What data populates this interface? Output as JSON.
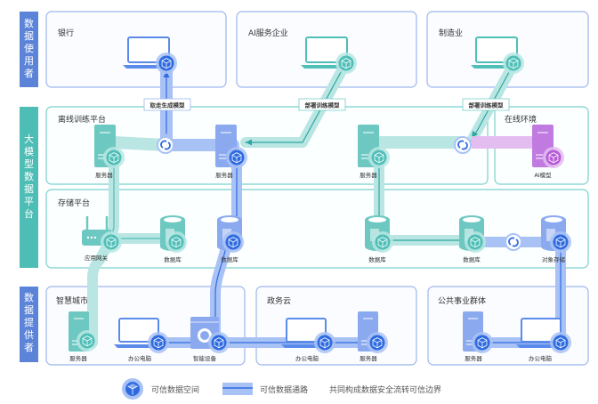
{
  "colors": {
    "blue": "#5b8bea",
    "blue_dark": "#2f6be0",
    "blue_light": "#a9c2f5",
    "teal": "#4fbfb8",
    "teal_dark": "#2fa69f",
    "teal_light": "#b9e6e3",
    "purple": "#b65cd6",
    "purple_light": "#e3bdf0",
    "box_border_blue": "#9db6ec",
    "box_border_teal": "#79d0cc",
    "layer_blue_bg": "#5b84d9",
    "layer_teal_bg": "#4dbdb5"
  },
  "layers": {
    "users": {
      "label": "数据使用者"
    },
    "platform": {
      "label": "大模型数据平台"
    },
    "providers": {
      "label": "数据提供者"
    }
  },
  "zones": {
    "bank": {
      "title": "银行"
    },
    "ai_service": {
      "title": "AI服务企业"
    },
    "manufacturing": {
      "title": "制造业"
    },
    "offline_training": {
      "title": "离线训练平台"
    },
    "online_env": {
      "title": "在线环境"
    },
    "storage": {
      "title": "存储平台"
    },
    "smart_city": {
      "title": "智慧城市"
    },
    "gov_cloud": {
      "title": "政务云"
    },
    "public_utility": {
      "title": "公共事业群体"
    }
  },
  "nodes": {
    "offline_server_1": "服务器",
    "offline_server_2": "服务器",
    "offline_server_3": "服务器",
    "ai_model": "AI模型",
    "gateway": "应用网关",
    "db_1": "数据库",
    "db_2": "数据库",
    "db_3": "数据库",
    "db_4": "数据库",
    "object_storage": "对象存储",
    "sc_server": "服务器",
    "sc_pc": "办公电脑",
    "sc_device": "智能设备",
    "gov_pc": "办公电脑",
    "gov_server": "服务器",
    "pu_server": "服务器",
    "pu_pc": "办公电脑"
  },
  "flows": {
    "take_model": "取走生成模型",
    "deploy_model_1": "部署训练模型",
    "deploy_model_2": "部署训练模型"
  },
  "legend": {
    "space": "可信数据空间",
    "path": "可信数据通路",
    "desc": "共同构成数据安全流转可信边界"
  }
}
